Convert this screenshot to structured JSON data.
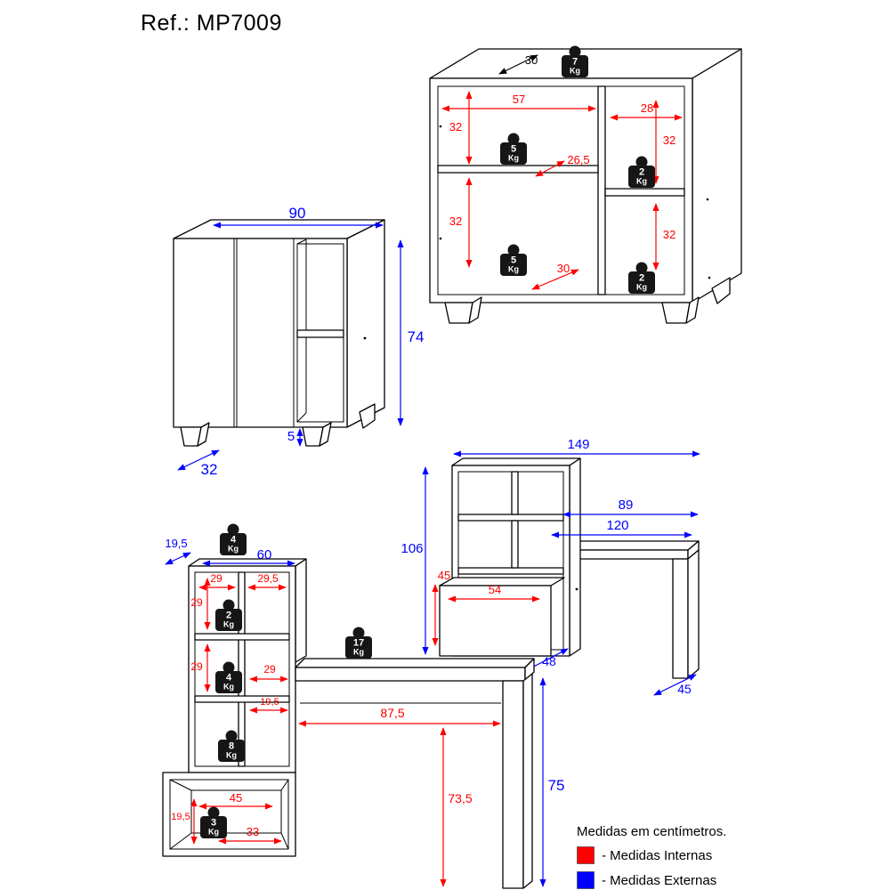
{
  "title": "Ref.: MP7009",
  "kg": "Kg",
  "colors": {
    "internal": "#ff0000",
    "external": "#0000ff"
  },
  "legend": {
    "title": "Medidas em centímetros.",
    "internal": "- Medidas Internas",
    "external": "- Medidas Externas"
  },
  "bookshelf": {
    "top_depth": "30",
    "left_width": "57",
    "right_width": "28",
    "left_upper_height": "32",
    "left_lower_height": "32",
    "right_upper_height": "32",
    "right_lower_height": "32",
    "shelf_depth": "26,5",
    "bottom_depth": "30",
    "w_top": "7",
    "w_left_shelf": "5",
    "w_right_shelf": "2",
    "w_left_bottom": "5",
    "w_right_bottom": "2"
  },
  "sideboard": {
    "width": "90",
    "height": "74",
    "foot_height": "5",
    "depth": "32"
  },
  "desk_hutch": {
    "total_width": "149",
    "desk_width": "89",
    "tabletop_width": "120",
    "hutch_height": "106",
    "niche_height": "45",
    "niche_width": "54",
    "hutch_depth": "48",
    "desk_depth": "45"
  },
  "desk_tower": {
    "top_depth": "19,5",
    "top_width": "60",
    "cell_left_width": "29",
    "cell_right_width": "29,5",
    "niche1_height": "29",
    "niche2_height": "29",
    "niche_right_width": "29",
    "niche_right_depth": "19,5",
    "inner_width": "87,5",
    "inner_height": "73,5",
    "desk_height": "75",
    "cabinet_inner_width": "45",
    "cabinet_opening_width": "33",
    "cabinet_inner_height": "19,5",
    "w_top": "4",
    "w_niche1": "2",
    "w_niche2": "4",
    "w_cabinet_top": "8",
    "w_cabinet_inside": "3",
    "w_desktop": "17"
  }
}
